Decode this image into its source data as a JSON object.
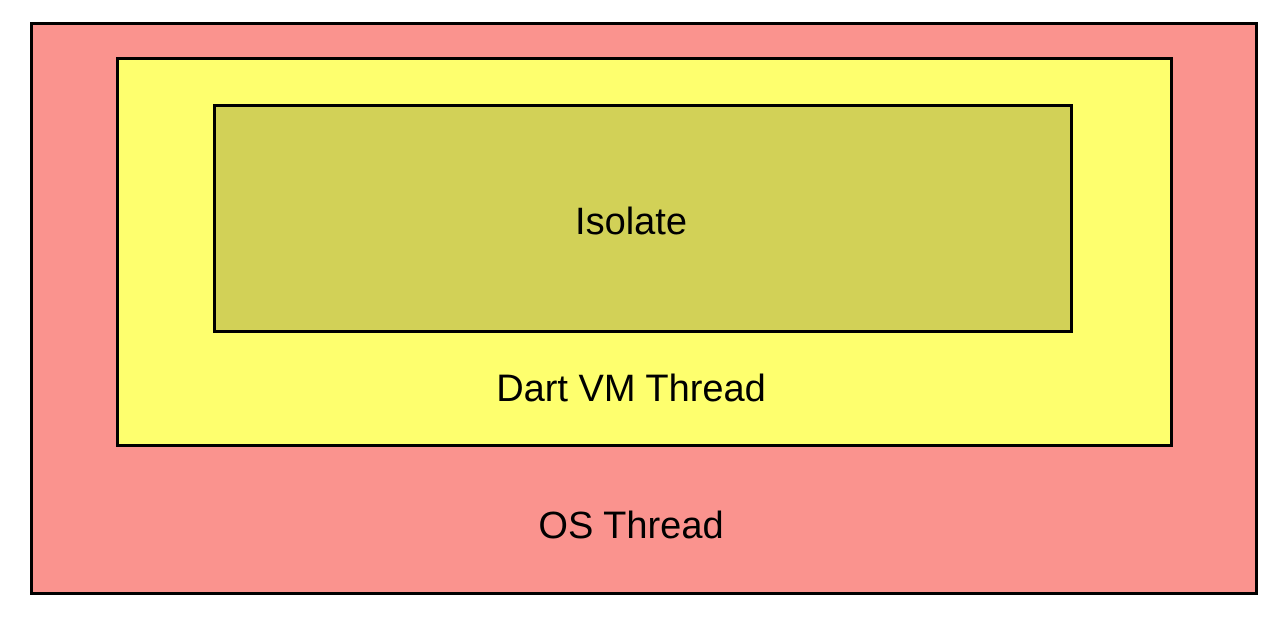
{
  "page": {
    "background": "#ffffff"
  },
  "diagram": {
    "type": "nested-containment",
    "border_color": "#000000",
    "text_color": "#000000",
    "layers": [
      {
        "id": "os-thread",
        "label": "OS Thread",
        "fill": "#FA938E"
      },
      {
        "id": "dart-vm-thread",
        "label": "Dart VM Thread",
        "fill": "#FEFF6E"
      },
      {
        "id": "isolate",
        "label": "Isolate",
        "fill": "#D2D157"
      }
    ]
  }
}
